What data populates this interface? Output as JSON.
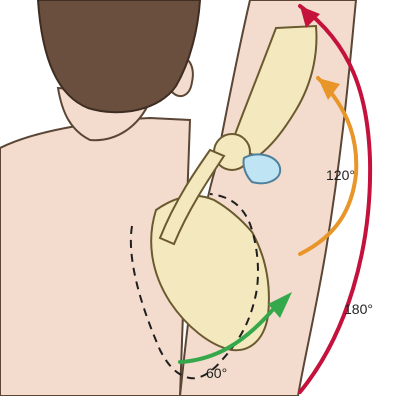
{
  "labels": {
    "angle_small": "60°",
    "angle_mid": "120°",
    "angle_large": "180°"
  },
  "colors": {
    "skin": "#f3dccd",
    "skin_outline": "#5b4636",
    "hair": "#6b4f3e",
    "bone": "#f4e8bf",
    "bone_shadow": "#e7d49a",
    "cartilage": "#bfe4f4",
    "green_arrow": "#34a84a",
    "orange_arrow": "#e8962a",
    "red_arrow": "#c4123c"
  }
}
